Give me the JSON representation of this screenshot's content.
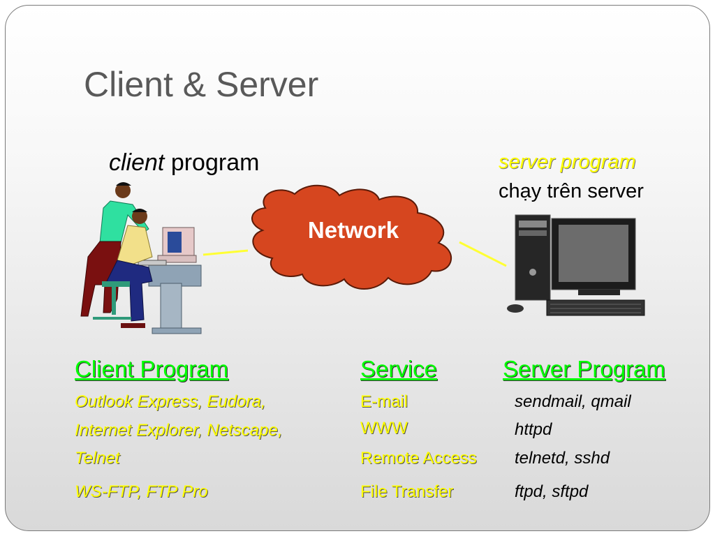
{
  "title": "Client & Server",
  "client_caption": {
    "italic": "client",
    "normal": " program"
  },
  "server_caption": {
    "line1": "server program",
    "line2": "chạy trên server"
  },
  "network_label": "Network",
  "table": {
    "headers": {
      "client": "Client Program",
      "service": "Service",
      "server": "Server Program"
    },
    "client_rows": [
      "Outlook Express, Eudora,",
      "Internet Explorer, Netscape,",
      "Telnet",
      "WS-FTP, FTP Pro"
    ],
    "service_rows": [
      "E-mail",
      "WWW",
      "Remote Access",
      "File Transfer"
    ],
    "server_rows": [
      "sendmail, qmail",
      "httpd",
      "telnetd, sshd",
      "ftpd, sftpd"
    ]
  },
  "colors": {
    "title": "#595959",
    "cloud": "#d6461f",
    "header": "#00ff00",
    "row_text": "#ffff00",
    "link_line": "#ffff33"
  },
  "icons": [
    "people-at-computer-icon",
    "network-cloud-icon",
    "desktop-server-icon"
  ]
}
